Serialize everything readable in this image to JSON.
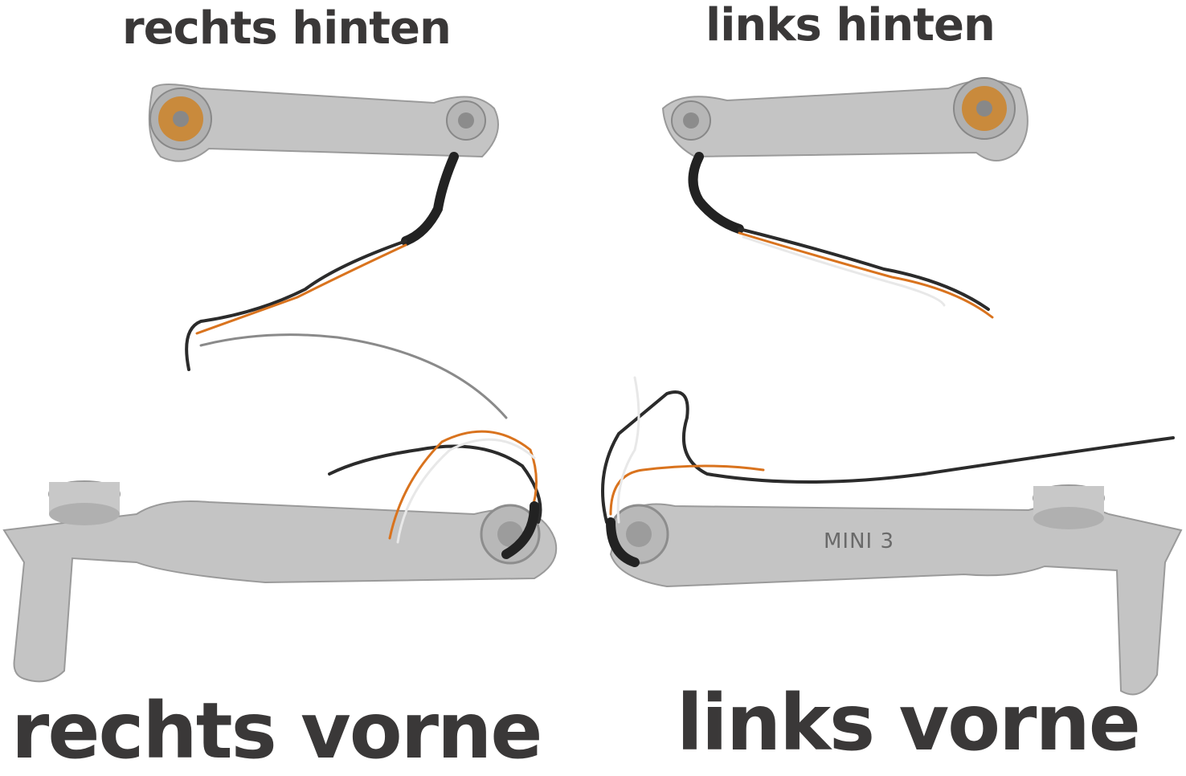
{
  "labels": {
    "rear_right": "rechts hinten",
    "rear_left": "links hinten",
    "front_right": "rechts vorne",
    "front_left": "links vorne"
  },
  "arm_branding": "MINI 3",
  "colors": {
    "text": "#3a3838",
    "arm": "#c4c4c4",
    "motor_copper": "#c98a3c"
  }
}
